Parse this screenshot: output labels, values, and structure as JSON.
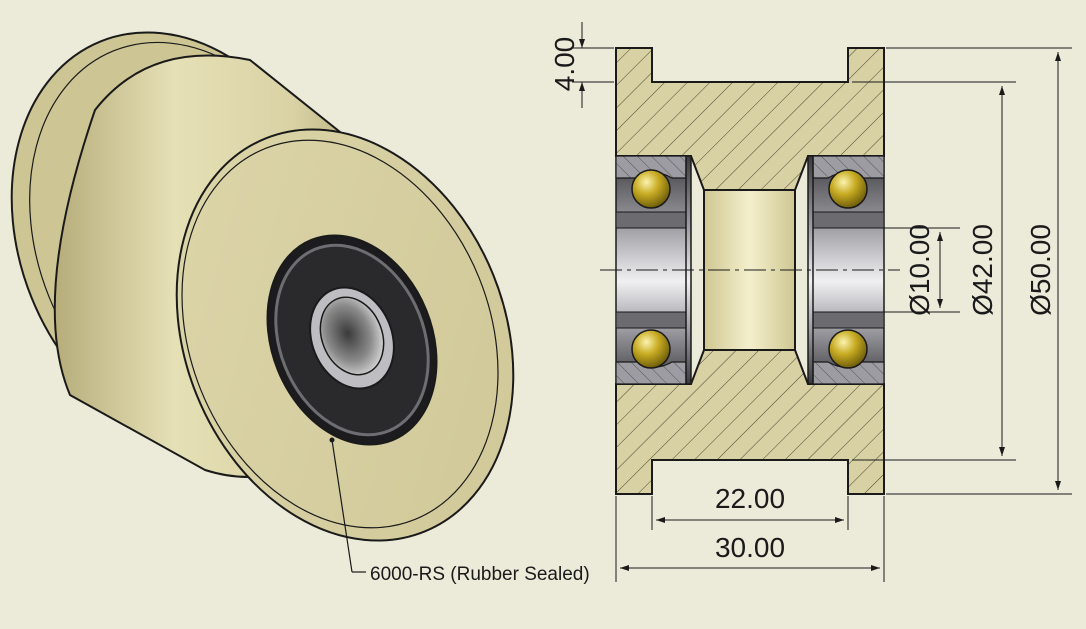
{
  "drawing": {
    "bearing_note": "6000-RS (Rubber Sealed)",
    "dimensions": {
      "flange_thickness": "4.00",
      "inner_width": "22.00",
      "overall_width": "30.00",
      "bore_diameter": "Ø10.00",
      "groove_diameter": "Ø42.00",
      "outer_diameter": "Ø50.00"
    }
  },
  "colors": {
    "background": "#ecead9",
    "pulley_body": "#d8d1a4",
    "bearing_ring": "#6e6e72",
    "ball": "#c8b020",
    "line": "#1a1a1a"
  }
}
